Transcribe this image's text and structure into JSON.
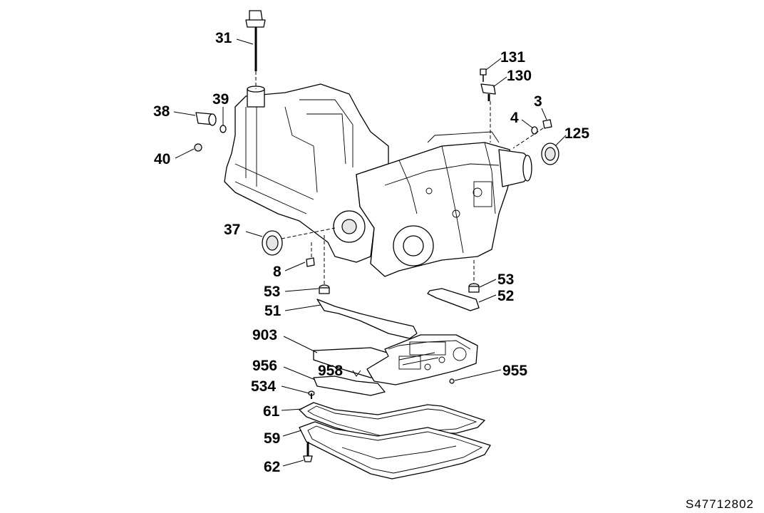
{
  "diagram": {
    "callouts": {
      "c31": "31",
      "c38": "38",
      "c39": "39",
      "c40": "40",
      "c37": "37",
      "c8": "8",
      "c53a": "53",
      "c51": "51",
      "c903": "903",
      "c956": "956",
      "c958": "958",
      "c534": "534",
      "c61": "61",
      "c59": "59",
      "c62": "62",
      "c131": "131",
      "c130": "130",
      "c3": "3",
      "c4": "4",
      "c125": "125",
      "c53b": "53",
      "c52": "52",
      "c955": "955"
    },
    "document_number": "S47712802"
  }
}
